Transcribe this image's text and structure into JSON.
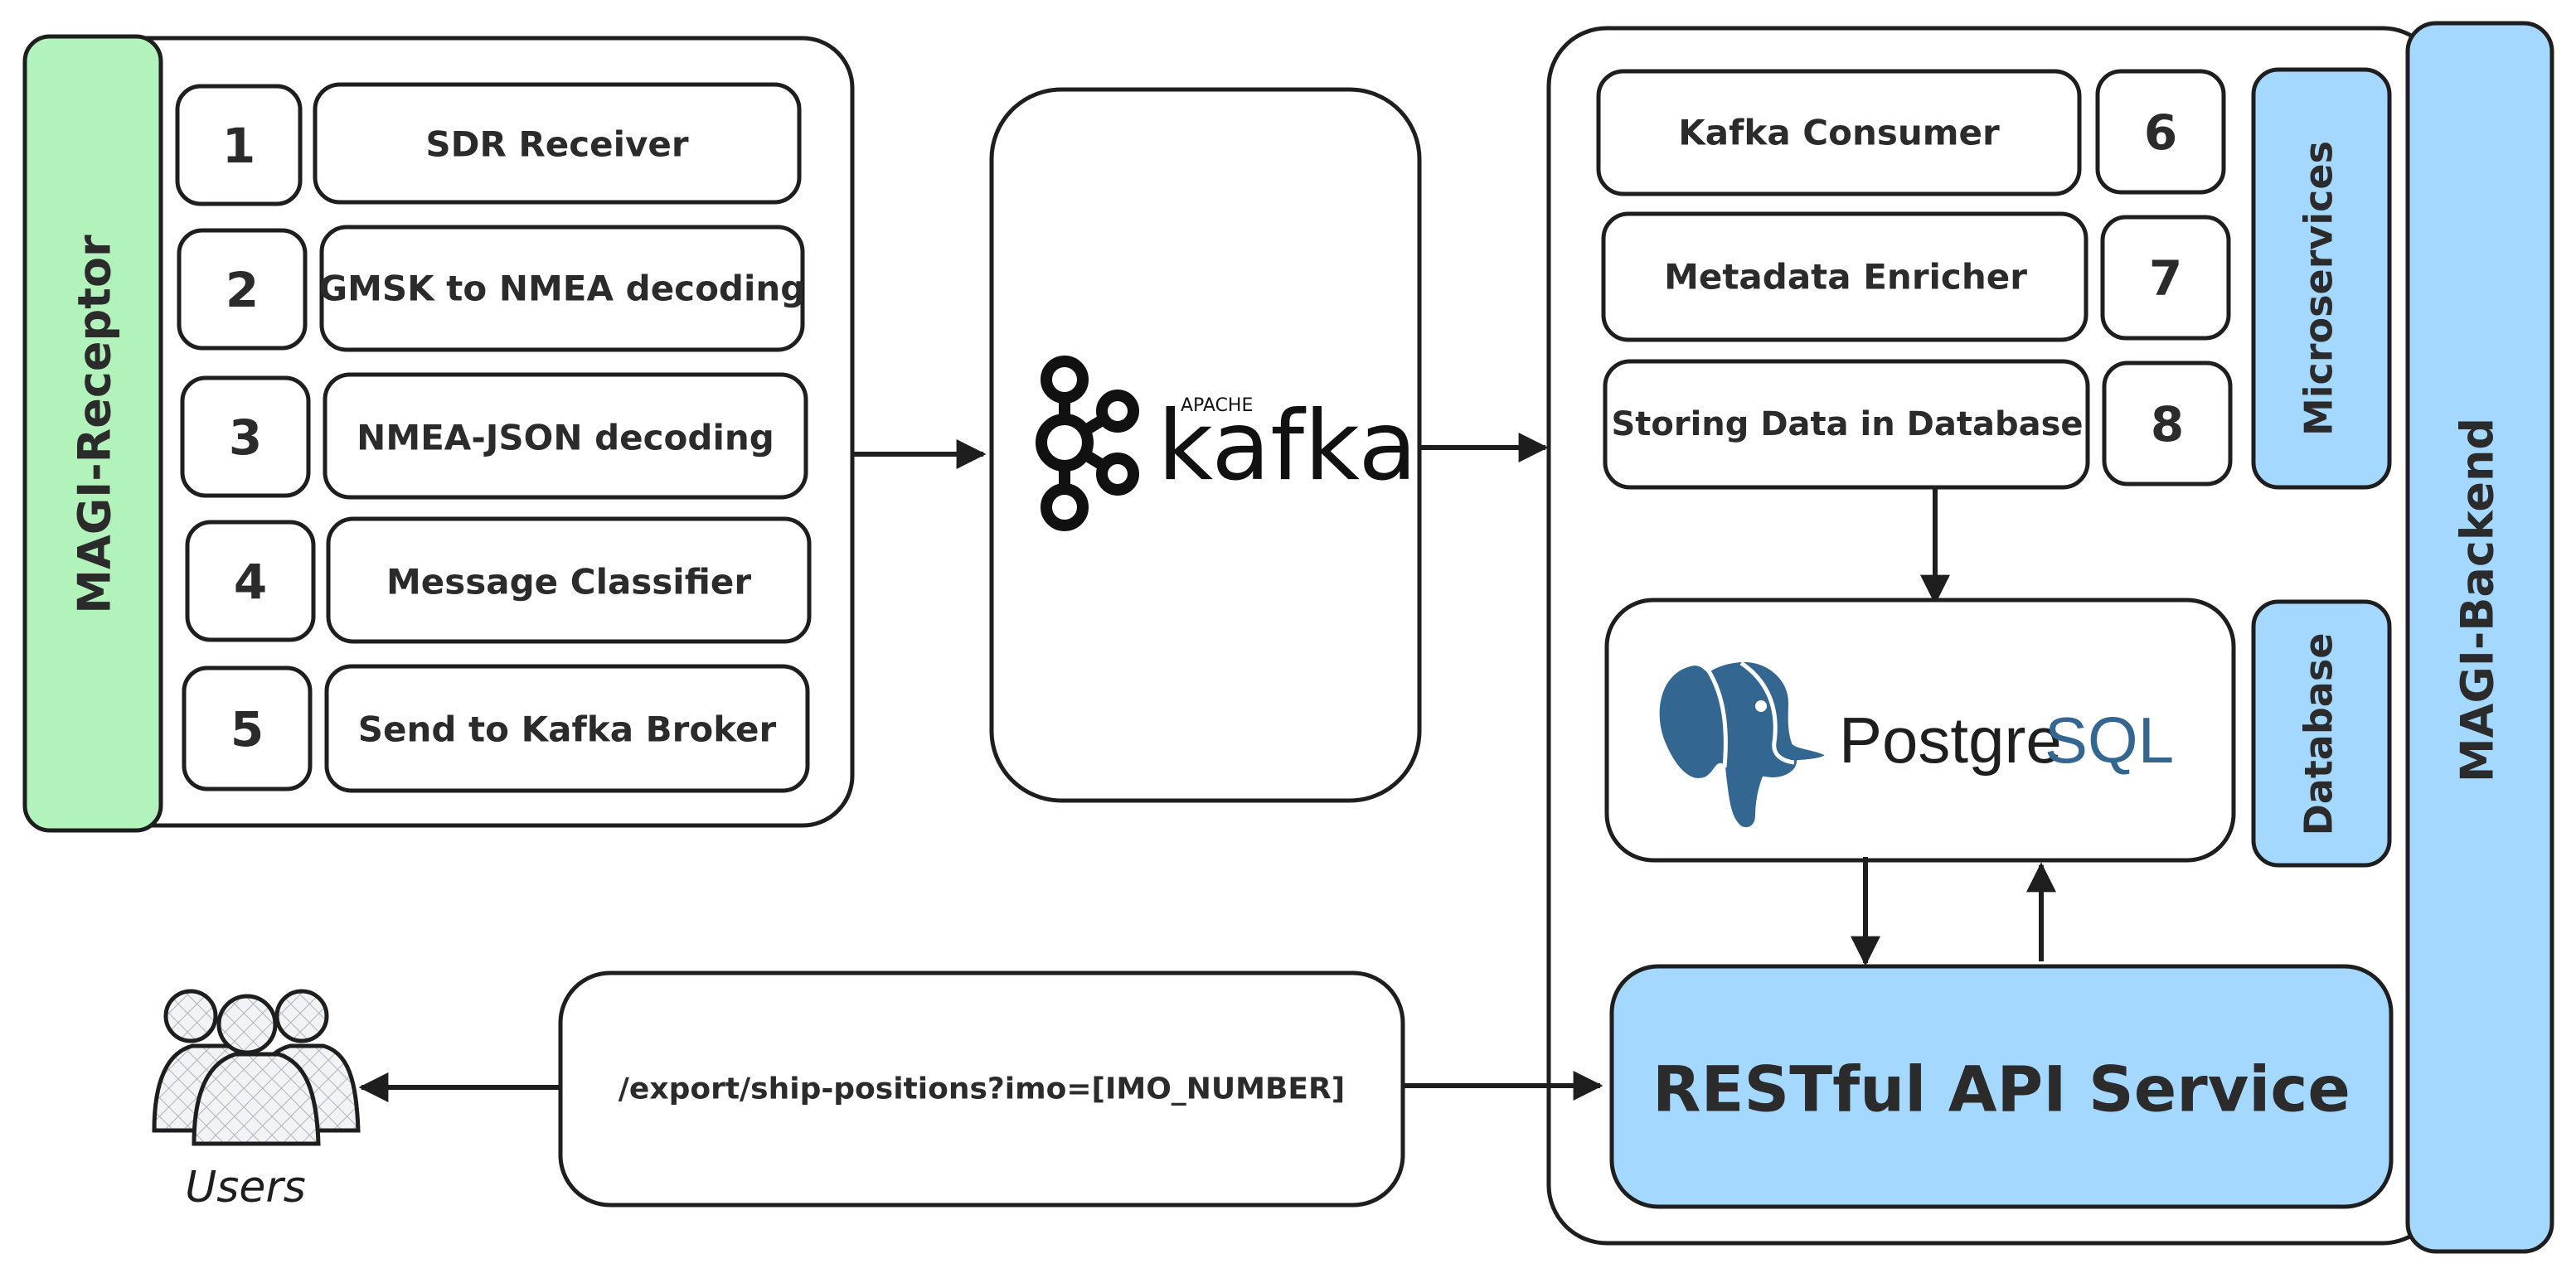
{
  "colors": {
    "receptor_fill": "#b2f2bb",
    "backend_fill": "#a5d8ff",
    "stroke": "#1e1e1e",
    "postgres_blue": "#336791"
  },
  "receptor": {
    "label": "MAGI-Receptor",
    "steps": [
      {
        "num": "1",
        "label": "SDR Receiver"
      },
      {
        "num": "2",
        "label": "GMSK to NMEA decoding"
      },
      {
        "num": "3",
        "label": "NMEA-JSON decoding"
      },
      {
        "num": "4",
        "label": "Message Classifier"
      },
      {
        "num": "5",
        "label": "Send to  Kafka Broker"
      }
    ]
  },
  "kafka": {
    "apache": "APACHE",
    "name": "kafka",
    "icon": "kafka-logo-icon"
  },
  "backend": {
    "label": "MAGI-Backend",
    "microservices_label": "Microservices",
    "database_label": "Database",
    "microservices": [
      {
        "label": "Kafka Consumer",
        "num": "6"
      },
      {
        "label": "Metadata Enricher",
        "num": "7"
      },
      {
        "label": "Storing Data in Database",
        "num": "8"
      }
    ],
    "postgres": {
      "prefix": "Postgre",
      "suffix": "SQL",
      "icon": "postgresql-elephant-icon"
    },
    "api_label": "RESTful API Service"
  },
  "endpoint": {
    "label": "/export/ship-positions?imo=[IMO_NUMBER]"
  },
  "users": {
    "label": "Users",
    "icon": "users-group-icon"
  }
}
